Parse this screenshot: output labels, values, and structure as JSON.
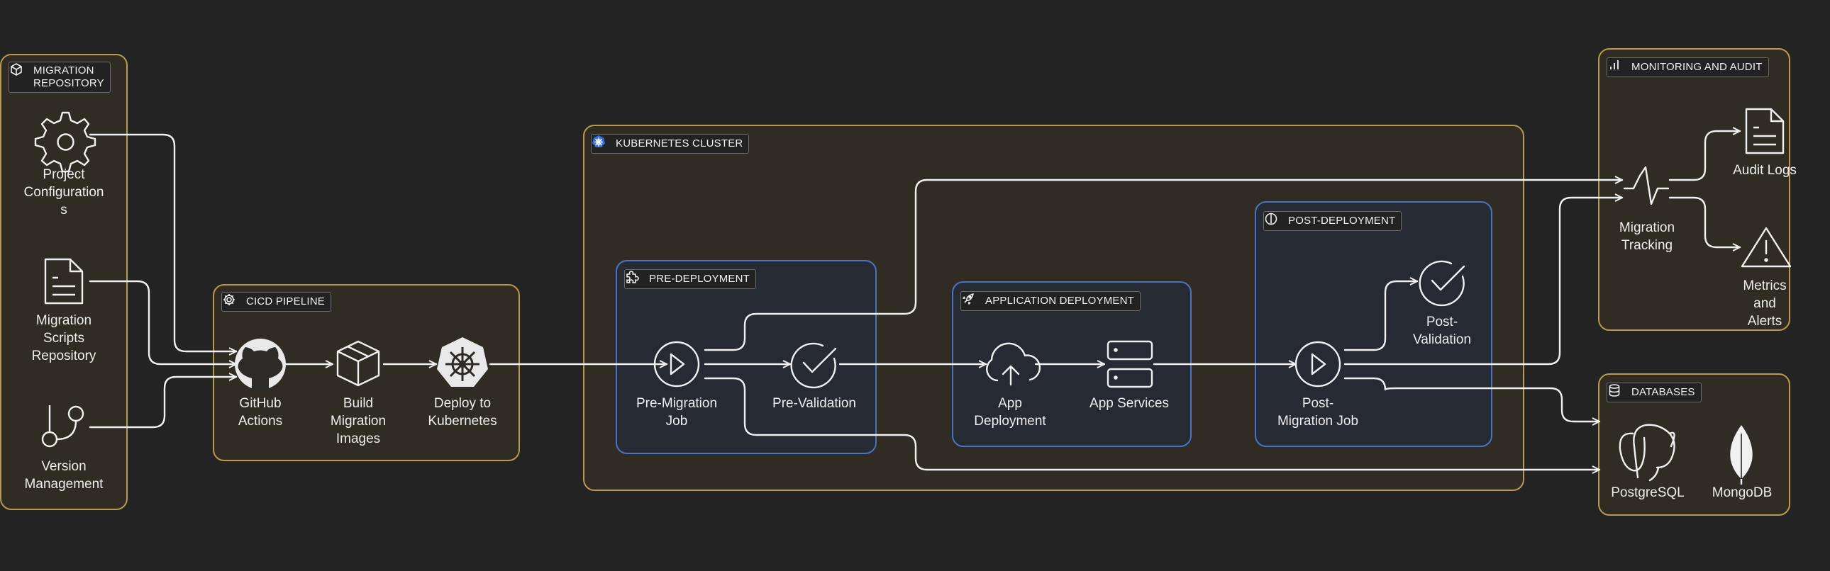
{
  "groups": {
    "migration_repository": "MIGRATION\nREPOSITORY",
    "cicd_pipeline": "CICD PIPELINE",
    "kubernetes_cluster": "KUBERNETES CLUSTER",
    "pre_deployment": "PRE-DEPLOYMENT",
    "application_deployment": "APPLICATION DEPLOYMENT",
    "post_deployment": "POST-DEPLOYMENT",
    "monitoring_audit": "MONITORING AND AUDIT",
    "databases": "DATABASES"
  },
  "nodes": {
    "project_configurations": "Project\nConfiguration\ns",
    "migration_scripts_repository": "Migration\nScripts\nRepository",
    "version_management": "Version\nManagement",
    "github_actions": "GitHub\nActions",
    "build_migration_images": "Build\nMigration\nImages",
    "deploy_to_kubernetes": "Deploy to\nKubernetes",
    "pre_migration_job": "Pre-Migration\nJob",
    "pre_validation": "Pre-Validation",
    "app_deployment": "App\nDeployment",
    "app_services": "App Services",
    "post_migration_job": "Post-\nMigration Job",
    "post_validation": "Post-\nValidation",
    "migration_tracking": "Migration\nTracking",
    "audit_logs": "Audit Logs",
    "metrics_and_alerts": "Metrics and\nAlerts",
    "postgresql": "PostgreSQL",
    "mongodb": "MongoDB"
  },
  "colors": {
    "background": "#232323",
    "gold_border": "#b79a4d",
    "blue_border": "#4b73c4",
    "edge": "#f0f0f0",
    "kubernetes_blue": "#326ce5"
  },
  "icons": {
    "project_configurations": "gear-icon",
    "migration_scripts_repository": "document-icon",
    "version_management": "git-branch-icon",
    "github_actions": "github-icon",
    "build_migration_images": "package-icon",
    "deploy_to_kubernetes": "kubernetes-icon",
    "pre_migration_job": "play-circle-icon",
    "pre_validation": "check-circle-icon",
    "app_deployment": "cloud-upload-icon",
    "app_services": "server-icon",
    "post_migration_job": "play-circle-icon",
    "post_validation": "check-circle-icon",
    "migration_tracking": "activity-icon",
    "audit_logs": "document-icon",
    "metrics_and_alerts": "alert-triangle-icon",
    "postgresql": "postgresql-icon",
    "mongodb": "mongodb-icon"
  }
}
